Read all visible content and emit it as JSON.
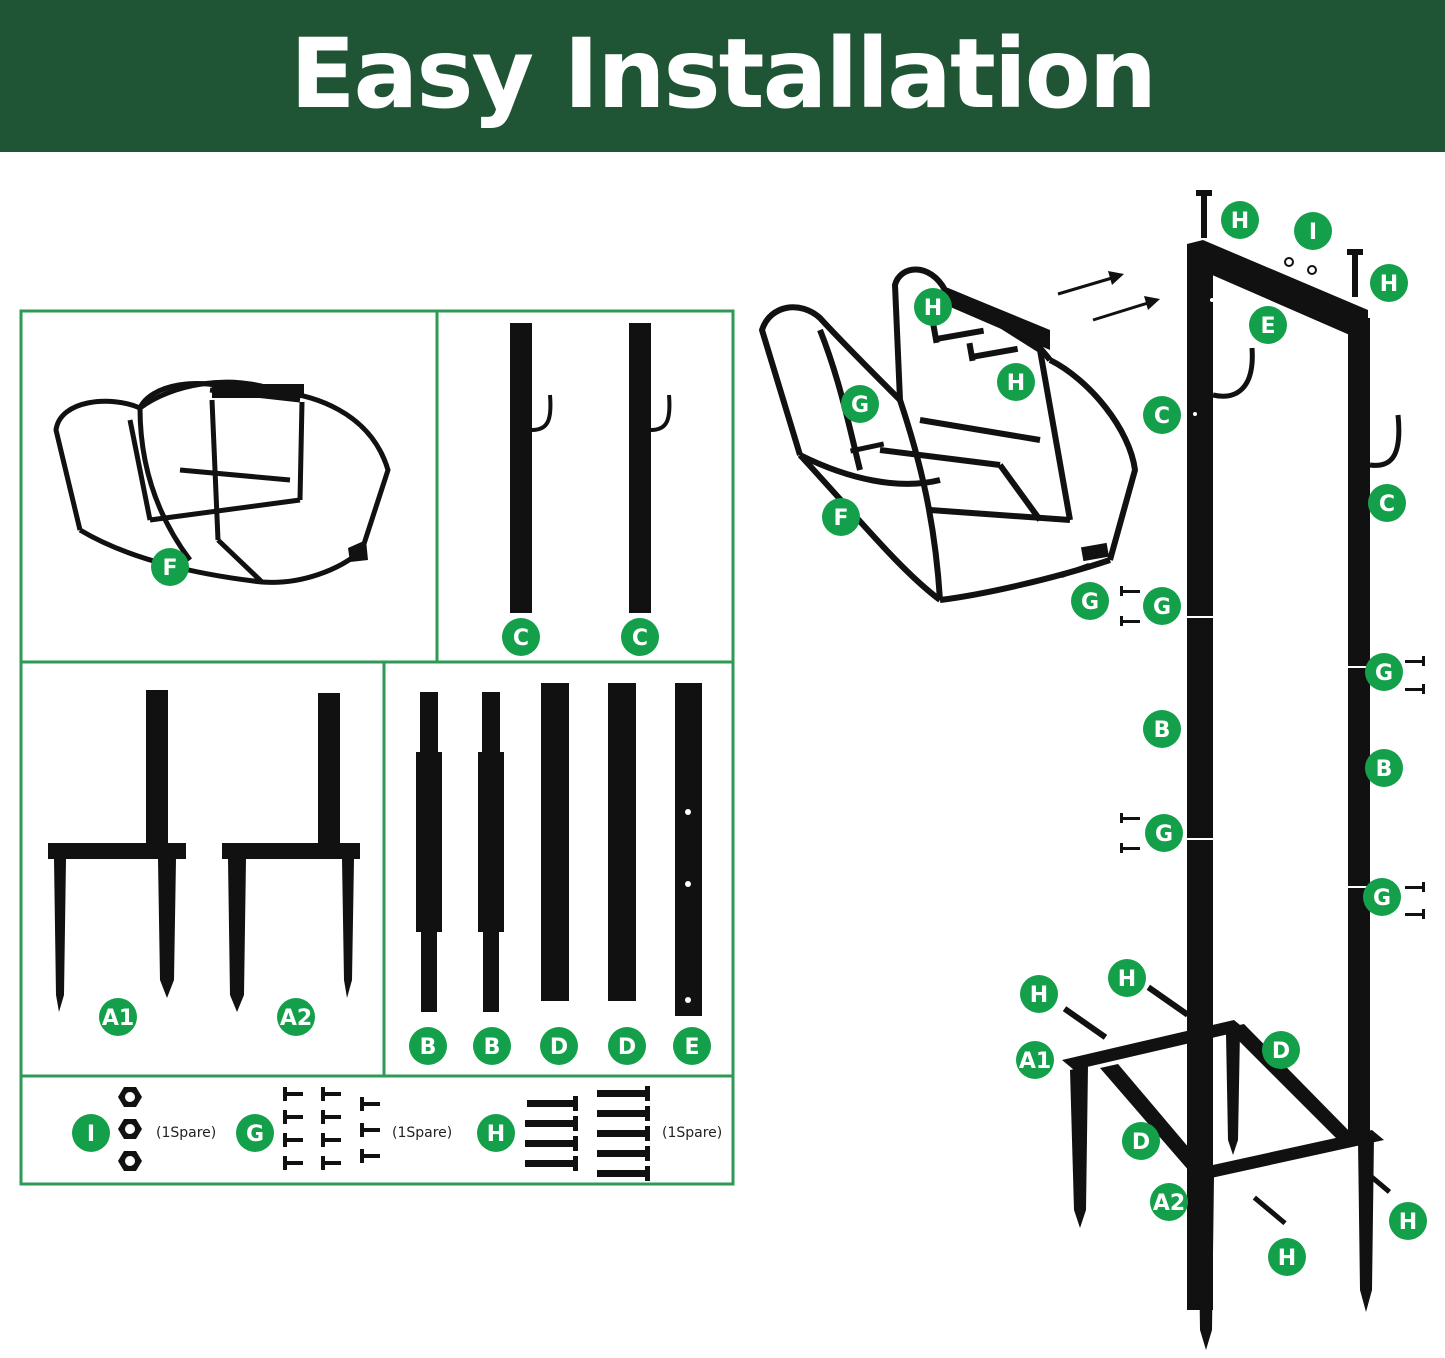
{
  "title": "Easy Installation",
  "colors": {
    "banner": "#1f5434",
    "badge": "#14a04a",
    "border": "#2e9a55",
    "metal": "#111111"
  },
  "parts_panel": {
    "hose_holder_label": "F",
    "post_labels": [
      "C",
      "C"
    ],
    "stake_labels": [
      "A1",
      "A2"
    ],
    "tube_labels": [
      "B",
      "B",
      "D",
      "D",
      "E"
    ],
    "hardware": [
      {
        "label": "I",
        "note": "(1Spare)"
      },
      {
        "label": "G",
        "note": "(1Spare)"
      },
      {
        "label": "H",
        "note": "(1Spare)"
      }
    ]
  },
  "assembly_labels": {
    "bolt_top_left": "H",
    "washers_top": "I",
    "bolt_top_right": "H",
    "bolt_holder_upper": "H",
    "bolt_holder_lower": "H",
    "top_bar": "E",
    "hook_left": "C",
    "hook_right": "C",
    "holder_screw": "G",
    "holder": "F",
    "holder_bottom_screw": "G",
    "joint_left_upper": "G",
    "joint_right_upper": "G",
    "tube_left": "B",
    "tube_right": "B",
    "joint_left_lower": "G",
    "joint_right_lower": "G",
    "bolt_base_left": "H",
    "bolt_base_center": "H",
    "base_back": "D",
    "stake_back": "A1",
    "base_front": "D",
    "stake_front": "A2",
    "bolt_base_right": "H",
    "bolt_base_bottom": "H"
  }
}
